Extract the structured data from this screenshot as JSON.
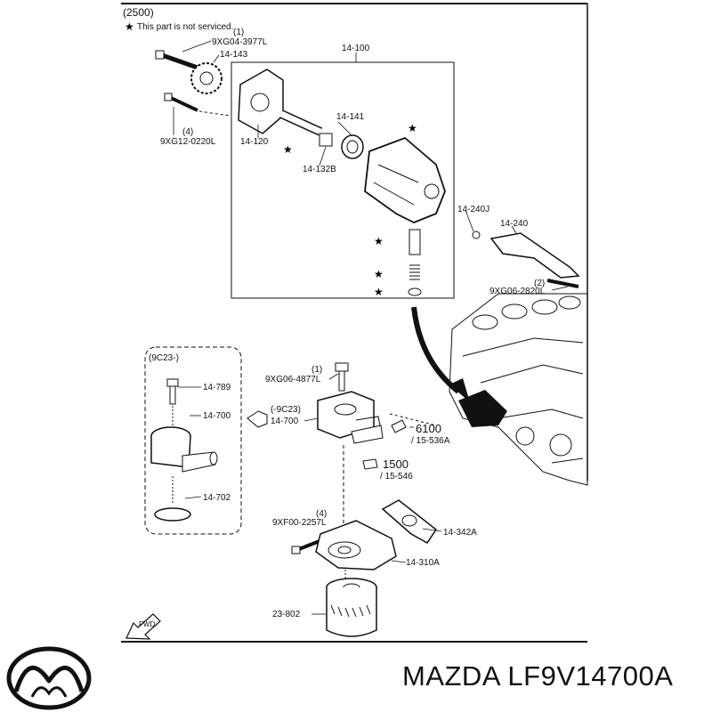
{
  "header": {
    "group_code": "(2500)",
    "note": "This part is not serviced."
  },
  "parts": {
    "p_9xg04_qty": "(1)",
    "p_9xg04": "9XG04-3977L",
    "p_14_143": "14-143",
    "p_14_100": "14-100",
    "p_9xg12_qty": "(4)",
    "p_9xg12": "9XG12-0220L",
    "p_14_120": "14-120",
    "p_14_141": "14-141",
    "p_14_132b": "14-132B",
    "p_14_240j": "14-240J",
    "p_14_240": "14-240",
    "p_9xg06_2820_qty": "(2)",
    "p_9xg06_2820": "9XG06-2820L",
    "p_9c23_box": "(9C23-)",
    "p_14_789": "14-789",
    "p_14_700_left": "14-700",
    "p_14_702": "14-702",
    "p_9xg06_4877_qty": "(1)",
    "p_9xg06_4877": "9XG06-4877L",
    "p_minus_9c23": "(-9C23)",
    "p_14_700_center": "14-700",
    "p_6100": "6100",
    "p_15_536a": "/ 15-536A",
    "p_1500": "1500",
    "p_15_546": "/ 15-546",
    "p_9xf00_qty": "(4)",
    "p_9xf00": "9XF00-2257L",
    "p_14_342a": "14-342A",
    "p_14_310a": "14-310A",
    "p_23_802": "23-802",
    "fwd": "FWD"
  },
  "footer": {
    "title": "MAZDA LF9V14700A"
  },
  "colors": {
    "ink": "#111111",
    "background": "#ffffff"
  }
}
